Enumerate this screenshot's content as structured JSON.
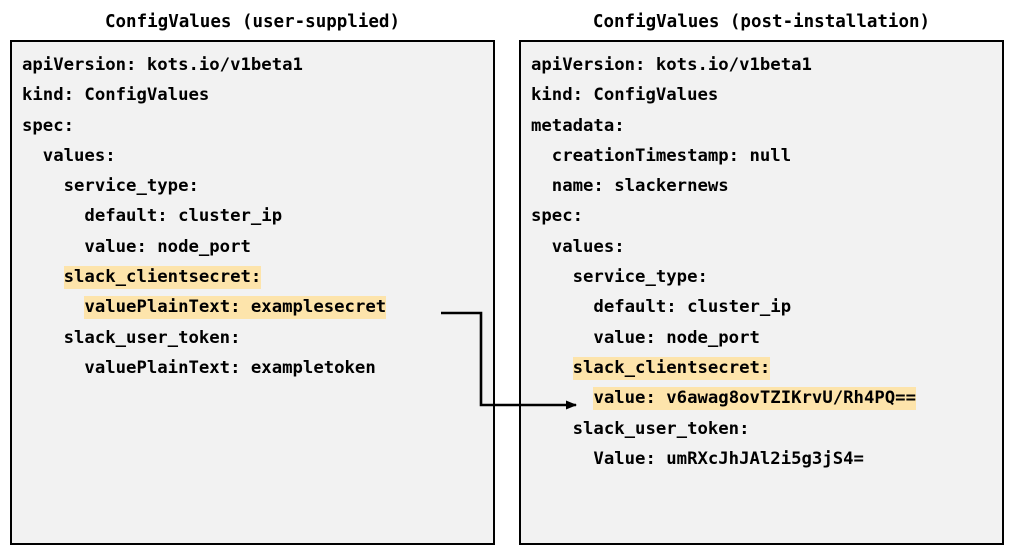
{
  "diagram": {
    "title_left": "ConfigValues (user-supplied)",
    "title_right": "ConfigValues (post-installation)",
    "highlight_color": "#fde4ab",
    "panel_background": "#f2f2f2",
    "border_color": "#000000",
    "connector": {
      "label": "secret-value-encrypted-arrow",
      "from": "valuePlainText: examplesecret",
      "to": "value: v6awag8ovTZIKrvU/Rh4PQ=="
    },
    "left_panel": {
      "name": "user-supplied-configvalues",
      "lines": [
        {
          "indent": 0,
          "text": "apiVersion: kots.io/v1beta1",
          "highlight": false
        },
        {
          "indent": 0,
          "text": "kind: ConfigValues",
          "highlight": false
        },
        {
          "indent": 0,
          "text": "spec:",
          "highlight": false
        },
        {
          "indent": 1,
          "text": "values:",
          "highlight": false
        },
        {
          "indent": 2,
          "text": "service_type:",
          "highlight": false
        },
        {
          "indent": 3,
          "text": "default: cluster_ip",
          "highlight": false
        },
        {
          "indent": 3,
          "text": "value: node_port",
          "highlight": false
        },
        {
          "indent": 2,
          "text": "slack_clientsecret:",
          "highlight": true
        },
        {
          "indent": 3,
          "text": "valuePlainText: examplesecret",
          "highlight": true
        },
        {
          "indent": 2,
          "text": "slack_user_token:",
          "highlight": false
        },
        {
          "indent": 3,
          "text": "valuePlainText: exampletoken",
          "highlight": false
        }
      ]
    },
    "right_panel": {
      "name": "post-installation-configvalues",
      "lines": [
        {
          "indent": 0,
          "text": "apiVersion: kots.io/v1beta1",
          "highlight": false
        },
        {
          "indent": 0,
          "text": "kind: ConfigValues",
          "highlight": false
        },
        {
          "indent": 0,
          "text": "metadata:",
          "highlight": false
        },
        {
          "indent": 1,
          "text": "creationTimestamp: null",
          "highlight": false
        },
        {
          "indent": 1,
          "text": "name: slackernews",
          "highlight": false
        },
        {
          "indent": 0,
          "text": "spec:",
          "highlight": false
        },
        {
          "indent": 1,
          "text": "values:",
          "highlight": false
        },
        {
          "indent": 2,
          "text": "service_type:",
          "highlight": false
        },
        {
          "indent": 3,
          "text": "default: cluster_ip",
          "highlight": false
        },
        {
          "indent": 3,
          "text": "value: node_port",
          "highlight": false
        },
        {
          "indent": 2,
          "text": "slack_clientsecret:",
          "highlight": true
        },
        {
          "indent": 3,
          "text": "value: v6awag8ovTZIKrvU/Rh4PQ==",
          "highlight": true
        },
        {
          "indent": 2,
          "text": "slack_user_token:",
          "highlight": false
        },
        {
          "indent": 3,
          "text": "Value: umRXcJhJAl2i5g3jS4=",
          "highlight": false
        }
      ]
    }
  }
}
